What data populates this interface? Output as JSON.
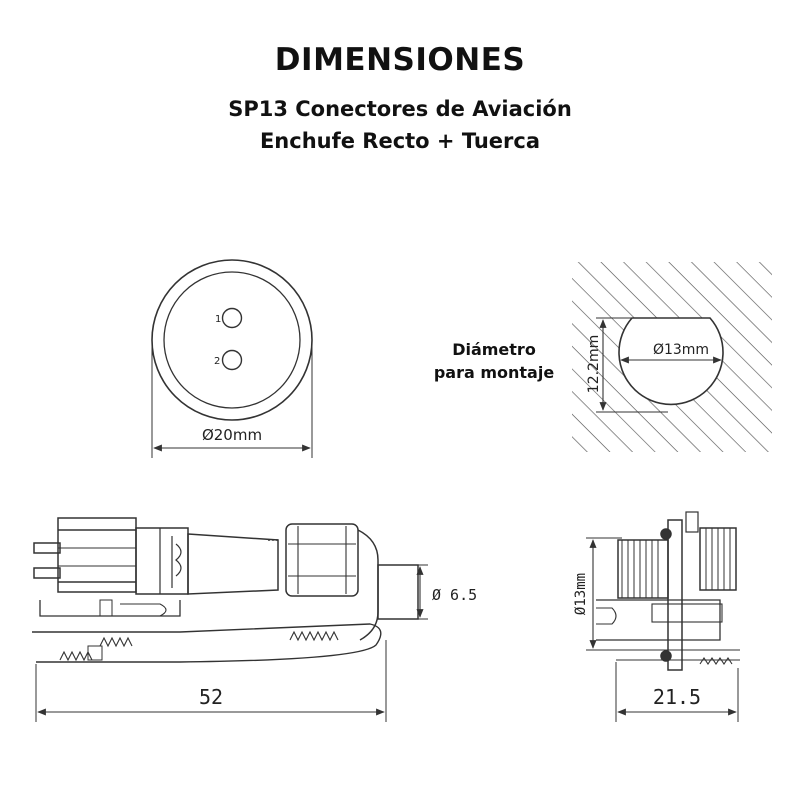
{
  "header": {
    "title": "DIMENSIONES",
    "subtitle_line1": "SP13 Conectores de Aviación",
    "subtitle_line2": "Enchufe Recto + Tuerca"
  },
  "front_view": {
    "pin_labels": [
      "1",
      "2"
    ],
    "diameter_label": "Ø20mm"
  },
  "mounting_hole": {
    "label_line1": "Diámetro",
    "label_line2": "para montaje",
    "diameter_label": "Ø13mm",
    "flat_label": "12.2mm"
  },
  "side_view": {
    "length_label": "52",
    "cable_label": "Ø 6.5"
  },
  "nut_view": {
    "diameter_label": "Ø13mm",
    "width_label": "21.5"
  }
}
